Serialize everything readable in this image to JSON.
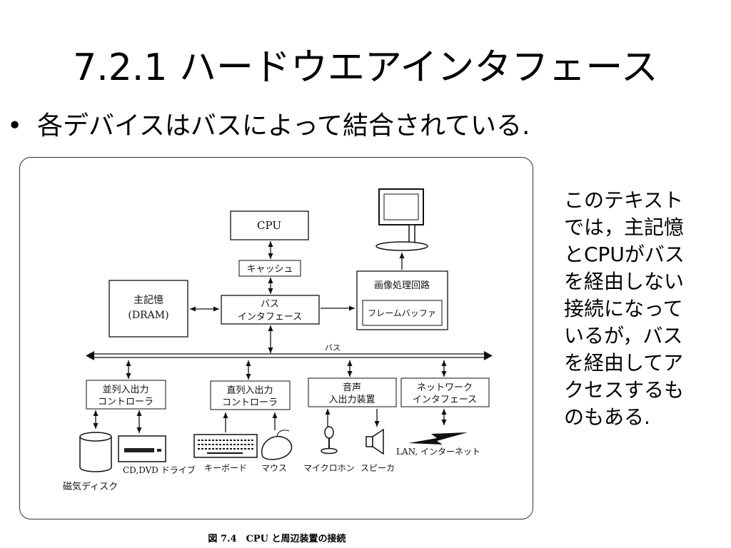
{
  "slide": {
    "title": "7.2.1 ハードウエアインタフェース",
    "bullet_marker": "•",
    "bullet_text": "各デバイスはバスによって結合されている.",
    "side_note_lines": [
      "このテキスト",
      "では，主記憶",
      "とCPUがバス",
      "を経由しない",
      "接続になって",
      "いるが，バス",
      "を経由してア",
      "クセスするも",
      "のもある."
    ]
  },
  "diagram": {
    "cpu": "CPU",
    "cache": "キャッシュ",
    "main_memory_line1": "主記憶",
    "main_memory_line2": "(DRAM)",
    "bus_interface_line1": "バス",
    "bus_interface_line2": "インタフェース",
    "graphics_processor": "画像処理回路",
    "frame_buffer": "フレームバッファ",
    "bus_label": "バス",
    "parallel_io_line1": "並列入出力",
    "parallel_io_line2": "コントローラ",
    "serial_io_line1": "直列入出力",
    "serial_io_line2": "コントローラ",
    "audio_io_line1": "音声",
    "audio_io_line2": "入出力装置",
    "network_if_line1": "ネットワーク",
    "network_if_line2": "インタフェース",
    "magnetic_disk": "磁気ディスク",
    "cd_dvd_drive": "CD,DVD ドライブ",
    "keyboard": "キーボード",
    "mouse": "マウス",
    "microphone": "マイクロホン",
    "speaker": "スピーカ",
    "lan_internet": "LAN, インターネット"
  },
  "caption": "図 7.4　CPU と周辺装置の接続"
}
